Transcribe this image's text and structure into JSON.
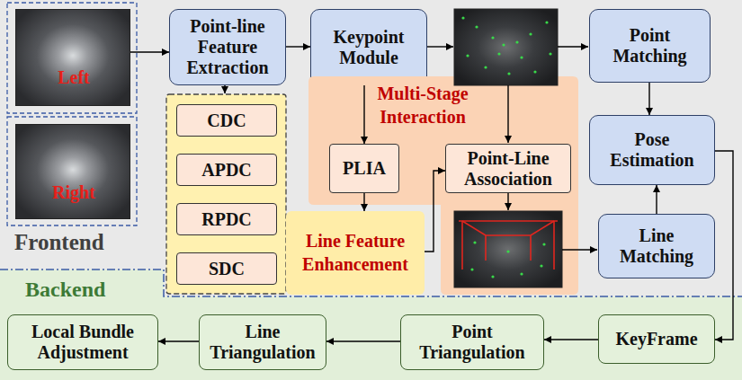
{
  "diagram": {
    "nodes": [
      {
        "text": [
          "Frontend"
        ]
      },
      {
        "text": [
          "Left"
        ],
        "in": 0
      },
      {
        "text": [
          "Right"
        ],
        "in": 0
      },
      {
        "text": [
          "Point-line Feature Extraction"
        ],
        "in": 0
      },
      {
        "text": [
          "Keypoint Module"
        ],
        "in": 0
      },
      {
        "text": [
          "Point Matching"
        ],
        "in": 0
      },
      {
        "text": [
          "CDC"
        ],
        "in": 0
      },
      {
        "text": [
          "APDC"
        ],
        "in": 0
      },
      {
        "text": [
          "RPDC"
        ],
        "in": 0
      },
      {
        "text": [
          "SDC"
        ],
        "in": 0
      },
      {
        "text": [
          "Multi-Stage Interaction"
        ],
        "in": 0
      },
      {
        "text": [
          "PLIA"
        ],
        "in": 10
      },
      {
        "text": [
          "Point-Line Association"
        ],
        "in": 10
      },
      {
        "text": [
          "Line Feature Enhancement"
        ],
        "in": 0
      },
      {
        "text": [
          "Pose Estimation"
        ],
        "in": 0
      },
      {
        "text": [
          "Line Matching"
        ],
        "in": 0
      },
      {
        "text": [
          "Backend"
        ]
      },
      {
        "text": [
          "Local Bundle Adjustment"
        ],
        "in": 16
      },
      {
        "text": [
          "Line Triangulation"
        ],
        "in": 16
      },
      {
        "text": [
          "Point Triangulation"
        ],
        "in": 16
      },
      {
        "text": [
          "KeyFrame"
        ],
        "in": 16
      }
    ],
    "edges": [
      {
        "from": 1,
        "to": 3,
        "arrow": "to"
      },
      {
        "from": 3,
        "to": 4,
        "arrow": "to"
      },
      {
        "from": 4,
        "to": 11,
        "arrow": "to"
      },
      {
        "from": 5,
        "to": 14,
        "arrow": "to"
      },
      {
        "from": 15,
        "to": 14,
        "arrow": "to"
      },
      {
        "from": 11,
        "to": 13,
        "arrow": "to"
      },
      {
        "from": 13,
        "to": 12,
        "arrow": "to"
      },
      {
        "from": 14,
        "to": 20,
        "arrow": "to"
      },
      {
        "from": 20,
        "to": 19,
        "arrow": "to"
      },
      {
        "from": 19,
        "to": 18,
        "arrow": "to"
      },
      {
        "from": 18,
        "to": 17,
        "arrow": "to"
      }
    ]
  }
}
